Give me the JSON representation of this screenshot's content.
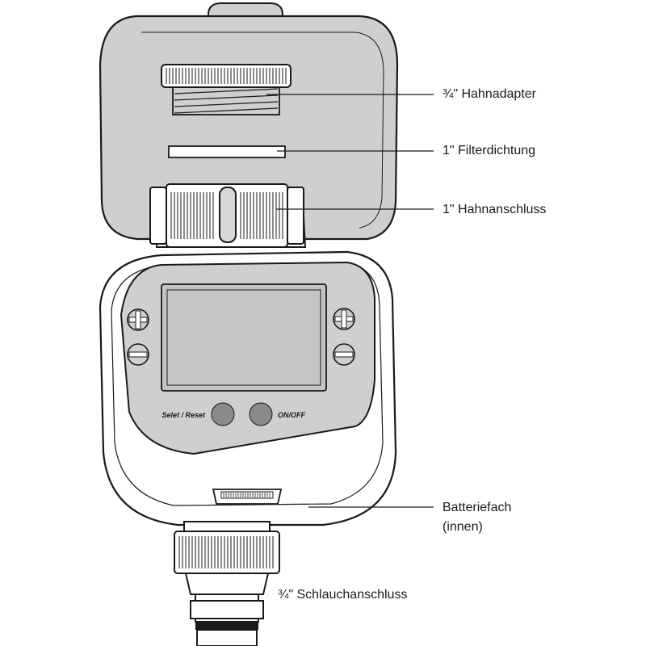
{
  "labels": {
    "tap_adapter": "¾\" Hahnadapter",
    "filter_seal": "1\" Filterdichtung",
    "tap_connector": "1\" Hahnanschluss",
    "battery_line1": "Batteriefach",
    "battery_line2": "(innen)",
    "hose_connector": "¾\" Schlauchanschluss"
  },
  "device": {
    "select_reset_label": "Selet / Reset",
    "on_off_label": "ON/OFF"
  },
  "colors": {
    "outline": "#1a1a1a",
    "body_fill": "#ffffff",
    "lid_fill": "#cfcfcf",
    "panel_fill": "#cfcfcf",
    "lcd_fill": "#c4c4c4",
    "button_fill": "#8a8a8a"
  }
}
